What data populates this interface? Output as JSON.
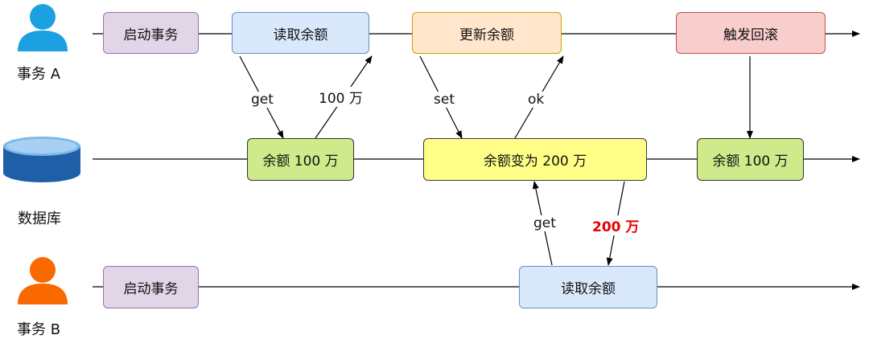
{
  "actors": {
    "tx_a": {
      "label": "事务 A",
      "color": "#1ba1e2"
    },
    "db": {
      "label": "数据库",
      "color": "#1f5fa8"
    },
    "tx_b": {
      "label": "事务 B",
      "color": "#fa6800"
    }
  },
  "boxes": {
    "a_start": "启动事务",
    "a_read": "读取余额",
    "a_update": "更新余额",
    "a_rollback": "触发回滚",
    "db_balance1": "余额 100 万",
    "db_balance2": "余额变为 200 万",
    "db_balance3": "余额 100 万",
    "b_start": "启动事务",
    "b_read": "读取余额"
  },
  "edge_labels": {
    "get1": "get",
    "ret1": "100 万",
    "set": "set",
    "ok": "ok",
    "get2": "get",
    "ret2": "200 万"
  },
  "colors": {
    "line": "#000000",
    "highlight": "#e60000"
  }
}
